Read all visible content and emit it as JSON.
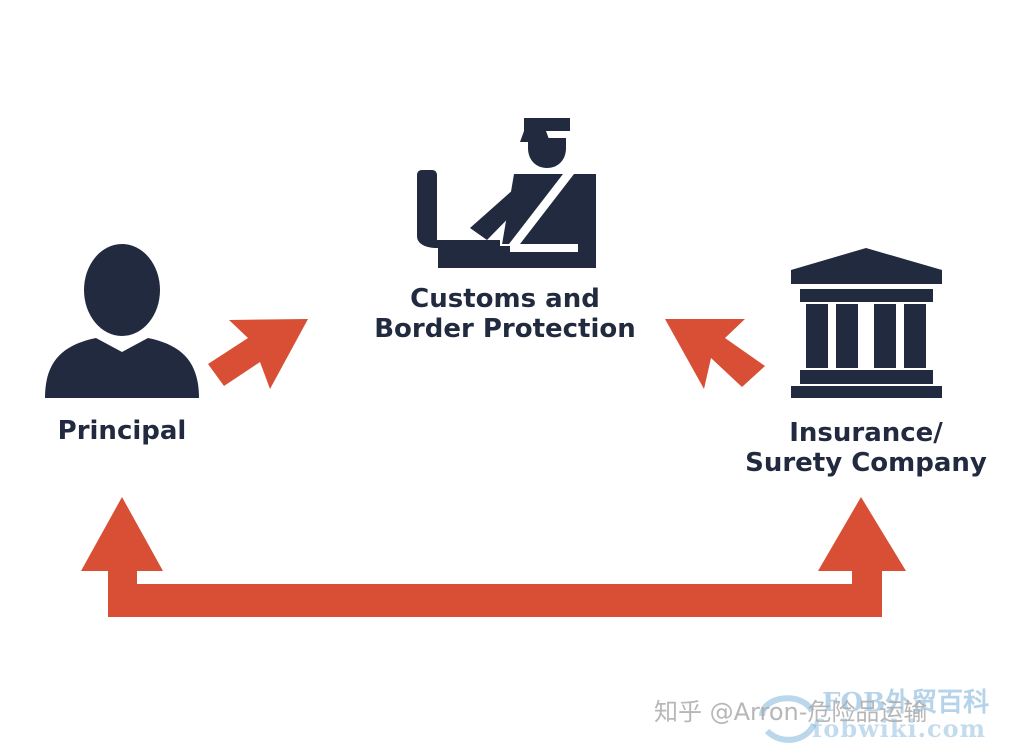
{
  "nodes": {
    "cbp": {
      "line1": "Customs and",
      "line2": "Border Protection",
      "icon": "customs-officer-icon"
    },
    "principal": {
      "label": "Principal",
      "icon": "person-icon"
    },
    "surety": {
      "line1": "Insurance/",
      "line2": "Surety Company",
      "icon": "bank-building-icon"
    }
  },
  "colors": {
    "icon": "#212a3f",
    "arrow": "#d84f35",
    "text": "#212a3f"
  },
  "watermark": {
    "zhihu": "知乎 @Arron-危险品运输",
    "brand": "FOB外贸百科",
    "site": "fobwiki.com"
  }
}
